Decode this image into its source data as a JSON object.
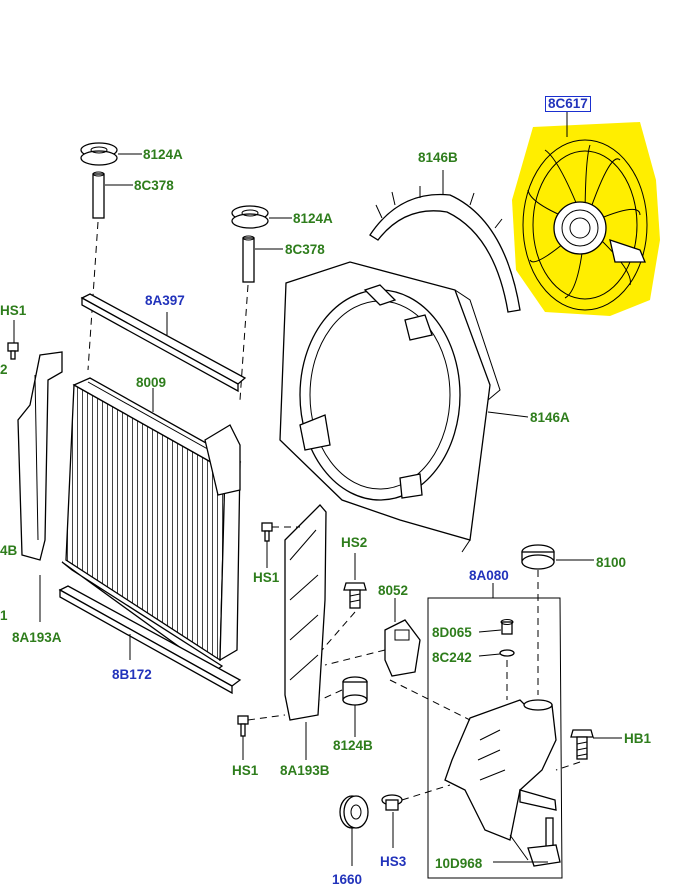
{
  "labels": {
    "fan_motor": "8C617",
    "cap_upper_left": "8124A",
    "sleeve_upper_left": "8C378",
    "cap_upper_mid": "8124A",
    "sleeve_upper_mid": "8C378",
    "shroud_arc": "8146B",
    "shroud_frame": "8146A",
    "seal_top": "8A397",
    "radiator": "8009",
    "seal_bottom": "8B172",
    "bolt_left": "HS1",
    "bracket_left_partial": "2",
    "bracket_left_partial2": "4B",
    "bracket_left_partial3": "1",
    "bracket_left": "8A193A",
    "bolt_mid_top": "HS1",
    "bolt_mid_bottom": "HS1",
    "bracket_mid": "8A193B",
    "screw_hs2": "HS2",
    "sensor": "8052",
    "mount_8124b": "8124B",
    "reservoir_group": "8A080",
    "reservoir_cap": "8100",
    "valve": "8D065",
    "clip": "8C242",
    "bolt_right": "HB1",
    "hose": "10D968",
    "pulley": "1660",
    "screw_hs3": "HS3"
  },
  "colors": {
    "highlight": "#ffee00",
    "callout_green": "#2e7d1c",
    "callout_blue": "#2233bb",
    "box_border": "#1a2fd0"
  }
}
